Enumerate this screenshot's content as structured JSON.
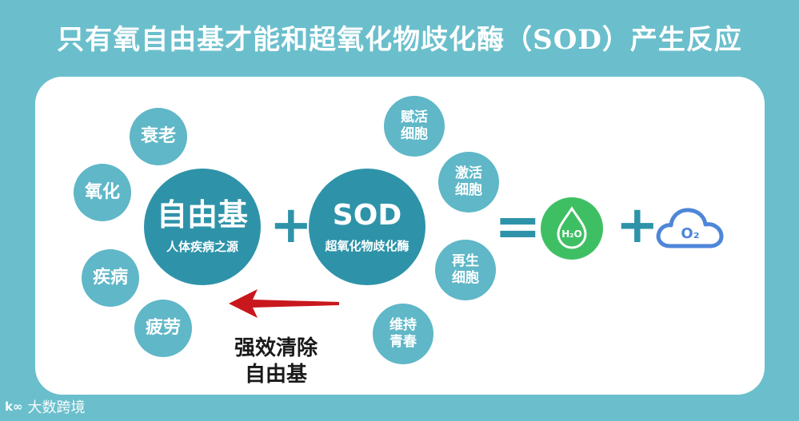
{
  "title": "只有氧自由基才能和超氧化物歧化酶（SOD）产生反应",
  "free_radical": {
    "label": "自由基",
    "subtitle": "人体疾病之源"
  },
  "sod": {
    "label": "SOD",
    "subtitle": "超氧化物歧化酶"
  },
  "effects": [
    "衰老",
    "氧化",
    "疾病",
    "疲劳"
  ],
  "benefits": [
    {
      "line1": "赋活",
      "line2": "细胞"
    },
    {
      "line1": "激活",
      "line2": "细胞"
    },
    {
      "line1": "再生",
      "line2": "细胞"
    },
    {
      "line1": "维持",
      "line2": "青春"
    }
  ],
  "operators": {
    "plus": "+",
    "equals": "="
  },
  "products": {
    "water": "H₂O",
    "oxygen": "O₂"
  },
  "arrow_caption": {
    "line1": "强效清除",
    "line2": "自由基"
  },
  "watermark": {
    "mark": "k∞",
    "text": "大数跨境"
  },
  "colors": {
    "background": "#6bbfcc",
    "primary": "#2e93a9",
    "secondary": "#5fb7c7",
    "water_green": "#3fbf63",
    "cloud_blue": "#4e86d8",
    "arrow_red": "#c9171e"
  }
}
